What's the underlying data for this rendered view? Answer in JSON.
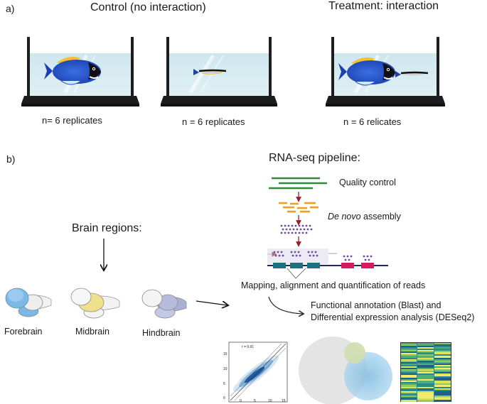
{
  "panel_a": {
    "label": "a)",
    "control_title": "Control (no interaction)",
    "treatment_title": "Treatment: interaction",
    "tanks": [
      {
        "name": "tang-only",
        "caption": "n= 6 replicates"
      },
      {
        "name": "cleaner-only",
        "caption": "n = 6 replicates"
      },
      {
        "name": "tang-and-cleaner",
        "caption": "n = 6 relicates"
      }
    ]
  },
  "panel_b": {
    "label": "b)",
    "pipeline_title": "RNA-seq pipeline:",
    "steps": {
      "quality_control": "Quality control",
      "assembly_italic": "De novo",
      "assembly_rest": " assembly",
      "mapping": "Mapping, alignment and quantification of reads",
      "functional_line1": "Functional annotation (Blast) and",
      "functional_line2": "Differential expression analysis (DESeq2)"
    },
    "brain_regions_title": "Brain regions:",
    "regions": [
      "Forebrain",
      "Midbrain",
      "Hindbrain"
    ],
    "scatter": {
      "annotation": "r = 0.91",
      "x_ticks": [
        "0",
        "5",
        "10",
        "15"
      ],
      "y_ticks": [
        "0",
        "5",
        "10",
        "15"
      ]
    },
    "colors": {
      "forebrain": "#7ab8e6",
      "midbrain": "#efe08c",
      "hindbrain": "#a9b0d4",
      "reads_green": "#2e8b3a",
      "reads_orange": "#f0a020",
      "contigs_purple": "#6b4a9e",
      "exon_teal": "#1f6f7e",
      "exon_pink": "#d81b60",
      "arrow_red": "#a01c2c"
    }
  }
}
